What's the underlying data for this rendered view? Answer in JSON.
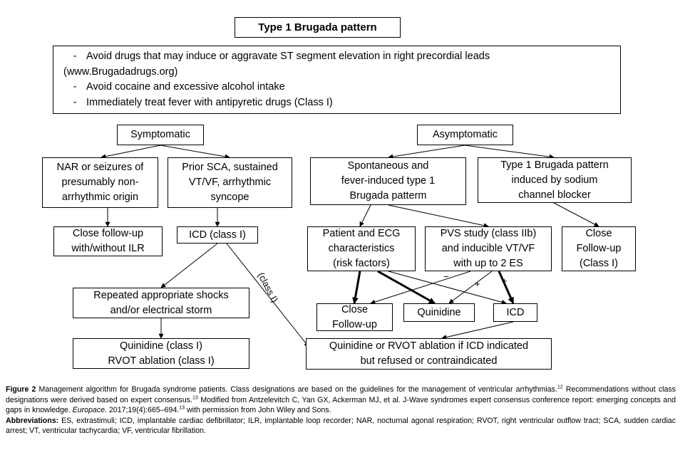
{
  "title": "Type 1 Brugada pattern",
  "notes": [
    {
      "dash": "-",
      "lines": [
        "Avoid drugs that may induce or aggravate ST segment elevation in right precordial leads",
        "(www.Brugadadrugs.org)"
      ]
    },
    {
      "dash": "-",
      "lines": [
        "Avoid cocaine and excessive alcohol intake"
      ]
    },
    {
      "dash": "-",
      "lines": [
        "Immediately treat fever with antipyretic drugs (Class I)"
      ]
    }
  ],
  "nodes": {
    "symptomatic": [
      "Symptomatic"
    ],
    "asymptomatic": [
      "Asymptomatic"
    ],
    "nar": [
      "NAR or seizures of",
      "presumably non-",
      "arrhythmic origin"
    ],
    "prior_sca": [
      "Prior SCA, sustained",
      "VT/VF, arrhythmic",
      "syncope"
    ],
    "spontaneous": [
      "Spontaneous and",
      "fever-induced type 1",
      "Brugada patterm"
    ],
    "sodium": [
      "Type 1 Brugada pattern",
      "induced by sodium",
      "channel blocker"
    ],
    "close_ilr": [
      "Close follow-up",
      "with/without ILR"
    ],
    "icd_class": [
      "ICD (class I)"
    ],
    "patient_ecg": [
      "Patient and ECG",
      "characteristics",
      "(risk factors)"
    ],
    "pvs": [
      "PVS study (class IIb)",
      "and inducible VT/VF",
      "with up to 2 ES"
    ],
    "close_class": [
      "Close",
      "Follow-up",
      "(Class I)"
    ],
    "repeated": [
      "Repeated appropriate shocks",
      "and/or electrical storm"
    ],
    "close_fu": [
      "Close",
      "Follow-up"
    ],
    "quinidine": [
      "Quinidine"
    ],
    "icd": [
      "ICD"
    ],
    "quin_rvot": [
      "Quinidine (class I)",
      "RVOT ablation (class I)"
    ],
    "quin_or_rvot": [
      "Quinidine or RVOT ablation if ICD indicated",
      "but refused or contraindicated"
    ]
  },
  "edge_labels": {
    "class_one": "(class I)",
    "minus": "−",
    "plus_left": "+",
    "plus_right": "+"
  },
  "caption": {
    "figure_label": "Figure 2",
    "text1": "Management algorithm for Brugada syndrome patients. Class designations are based on the guidelines for the management of ventricular arrhythmias.",
    "ref1": "12",
    "text2": "Recommendations without class designations were derived based on expert consensus.",
    "ref2": "13",
    "text3": "Modified from Antzelevitch C, Yan GX, Ackerman MJ, et al. J-Wave syndromes expert consensus conference report: emerging concepts and gaps in knowledge.",
    "journal": "Europace.",
    "text4": "2017;19(4):665–694.",
    "ref3": "13",
    "text5": "with permission from John Wiley and Sons.",
    "abbr_label": "Abbreviations:",
    "abbr_text": "ES, extrastimuli; ICD, implantable cardiac defibrillator; ILR, implantable loop recorder; NAR, nocturnal agonal respiration; RVOT, right ventricular outflow tract; SCA, sudden cardiac arrest; VT, ventricular tachycardia; VF, ventricular fibrillation."
  }
}
